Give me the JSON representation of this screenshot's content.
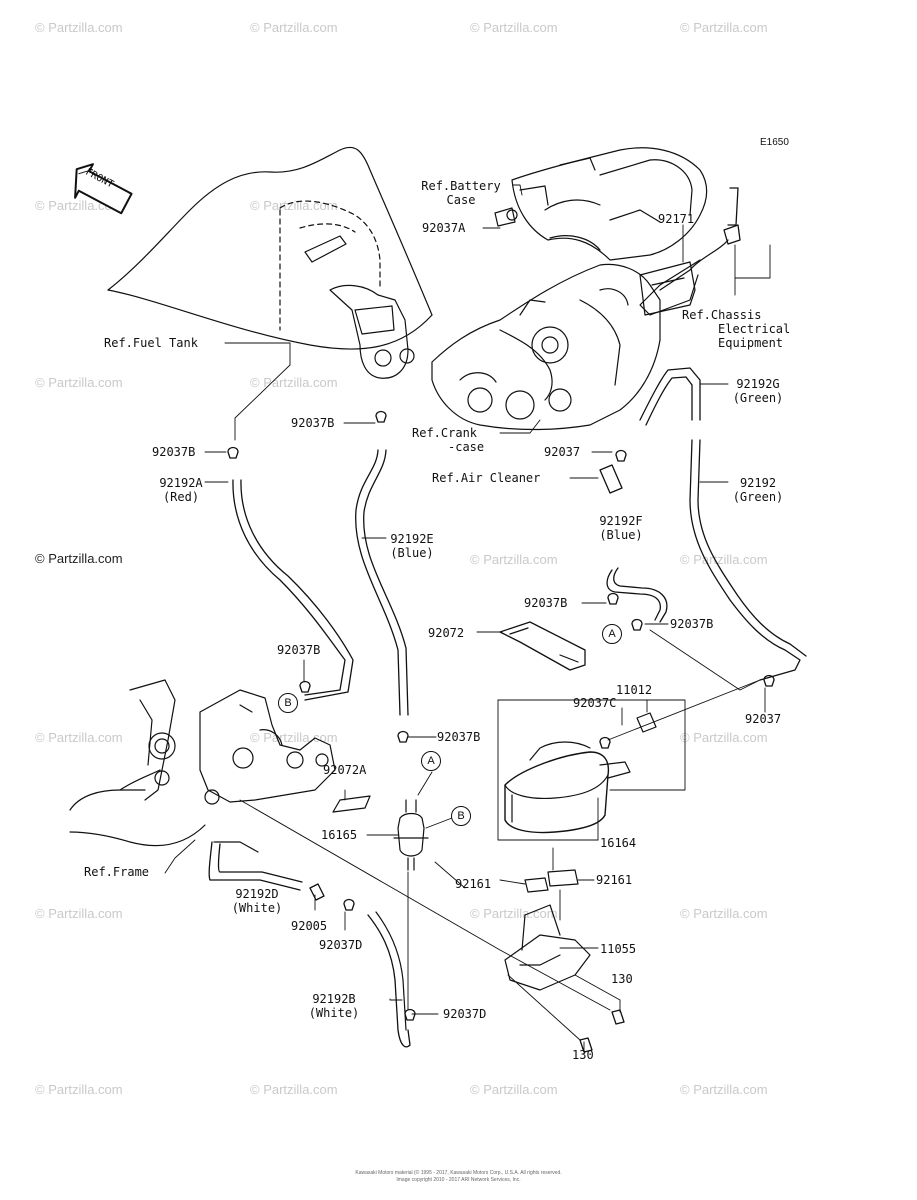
{
  "diagram_code": "E1650",
  "front_arrow_text": "FRONT",
  "copyright": "© Partzilla.com",
  "watermark": "© Partzilla.com",
  "footer": {
    "line1": "Kawasaki Motors material (© 1995 - 2017, Kawasaki Motors Corp., U.S.A. All rights reserved.",
    "line2": "Image copyright 2010 - 2017 ARI Network Services, Inc."
  },
  "labels": {
    "ref_battery_case": [
      "Ref.Battery",
      "Case"
    ],
    "p92037A": "92037A",
    "p92171": "92171",
    "ref_chassis": [
      "Ref.Chassis",
      "Electrical",
      "Equipment"
    ],
    "ref_fuel_tank": "Ref.Fuel Tank",
    "p92192G": [
      "92192G",
      "(Green)"
    ],
    "p92037B_top": "92037B",
    "ref_crankcase": [
      "Ref.Crank",
      "-case"
    ],
    "p92037_mid": "92037",
    "p92037B_left": "92037B",
    "ref_air_cleaner": "Ref.Air Cleaner",
    "p92192A": [
      "92192A",
      "(Red)"
    ],
    "p92192_green": [
      "92192",
      "(Green)"
    ],
    "p92192E": [
      "92192E",
      "(Blue)"
    ],
    "p92192F": [
      "92192F",
      "(Blue)"
    ],
    "p92037B_f": "92037B",
    "p92037B_a": "92037B",
    "p92072": "92072",
    "p92037B_b": "92037B",
    "p11012": "11012",
    "p92037C": "92037C",
    "p92037_right": "92037",
    "p92037B_center": "92037B",
    "p92072A": "92072A",
    "p16164": "16164",
    "p16165": "16165",
    "ref_frame": "Ref.Frame",
    "p92161_left": "92161",
    "p92161_right": "92161",
    "p92192D": [
      "92192D",
      "(White)"
    ],
    "p92005": "92005",
    "p92037D_left": "92037D",
    "p11055": "11055",
    "p130_right": "130",
    "p92192B": [
      "92192B",
      "(White)"
    ],
    "p92037D_bottom": "92037D",
    "p130_bottom": "130"
  },
  "callouts": {
    "a": "A",
    "b": "B"
  }
}
